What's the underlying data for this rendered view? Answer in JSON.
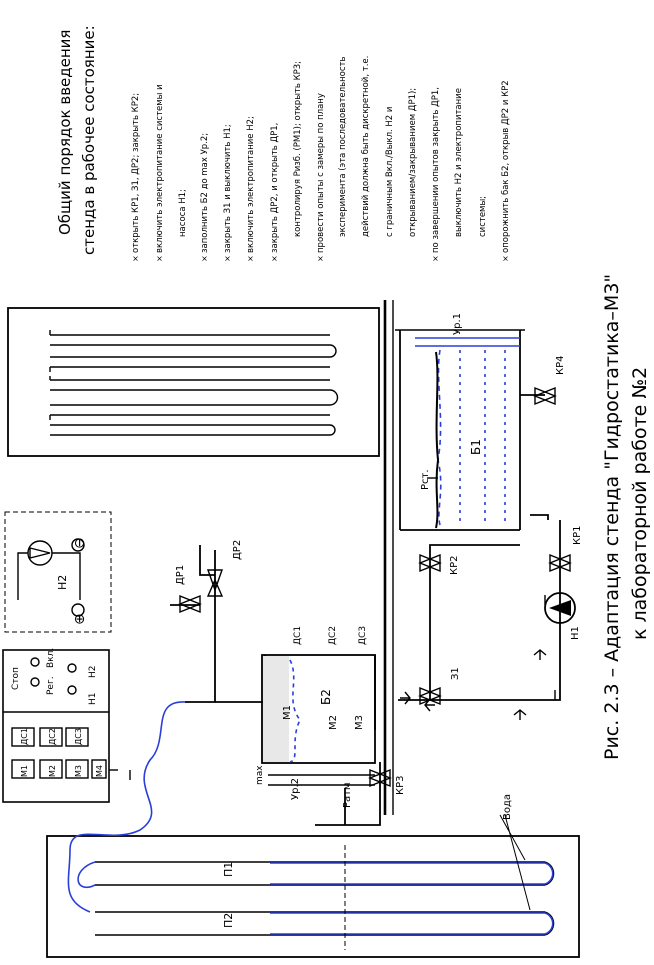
{
  "caption": {
    "line1": "Рис. 2.3 – Адаптация стенда \"Гидростатика–М3\"",
    "line2": "к лабораторной работе №2"
  },
  "procedure": {
    "title1": "Общий порядок введения",
    "title2": "стенда в рабочее состояние:",
    "steps": [
      "открыть КР1, З1, ДР2; закрыть КР2;",
      "включить электропитание системы и",
      "насоса Н1;",
      "заполнить Б2 до max Ур.2;",
      "закрыть З1 и выключить Н1;",
      "включить электропитание Н2;",
      "закрыть ДР2, и открыть ДР1,",
      "контролируя Ризб. (РМ1); открыть КР3;",
      "провести опыты с замеры по плану",
      "эксперимента (эта последовательность",
      "действий должна быть дискретной, т.е.",
      "с граничным Вкл./Выкл. Н2 и",
      "открыванием/закрыванием ДР1);",
      "по завершении опытов закрыть ДР1,",
      "выключить Н2 и электропитание",
      "системы;",
      "опорожнить бак Б2, открыв ДР2 и КР2"
    ]
  },
  "labels": {
    "h2": "Н2",
    "plus": "⊕",
    "minus": "⊖",
    "dr1": "ДР1",
    "dr2": "ДР2",
    "kr1": "КР1",
    "kr2": "КР2",
    "kr3": "КР3",
    "kr4": "КР4",
    "z1": "З1",
    "h1": "Н1",
    "b1": "Б1",
    "b2": "Б2",
    "m1": "М1",
    "m2": "М2",
    "m3": "М3",
    "dc1": "ДС1",
    "dc2": "ДС2",
    "dc3": "ДС3",
    "ur1": "Ур.1",
    "ur2": "Ур.2",
    "max": "max",
    "p_atm": "Pатм",
    "p_st": "Pст.",
    "voda": "Вода",
    "p1": "П1",
    "p2": "П2"
  },
  "panel": {
    "stop": "Стоп",
    "power": "Вкл.",
    "reg": "Рег.",
    "h1": "Н1",
    "h2": "Н2",
    "cells": [
      "ДС1",
      "ДС2",
      "ДС3",
      "М1",
      "М2",
      "М3",
      "М4"
    ]
  }
}
